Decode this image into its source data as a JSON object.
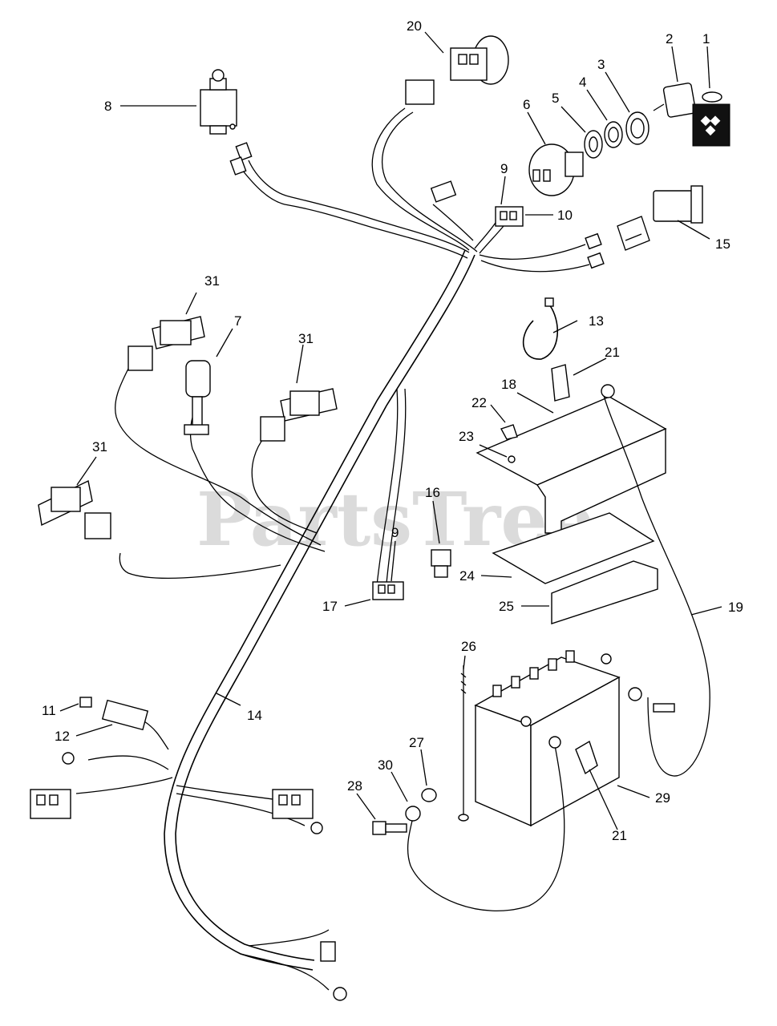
{
  "watermark": {
    "text": "PartsTree",
    "trademark": "™"
  },
  "parts": [
    {
      "id": "1",
      "label": "1"
    },
    {
      "id": "2",
      "label": "2"
    },
    {
      "id": "3",
      "label": "3"
    },
    {
      "id": "4",
      "label": "4"
    },
    {
      "id": "5",
      "label": "5"
    },
    {
      "id": "6",
      "label": "6"
    },
    {
      "id": "7",
      "label": "7"
    },
    {
      "id": "8",
      "label": "8"
    },
    {
      "id": "9a",
      "label": "9"
    },
    {
      "id": "9b",
      "label": "9"
    },
    {
      "id": "10",
      "label": "10"
    },
    {
      "id": "11",
      "label": "11"
    },
    {
      "id": "12",
      "label": "12"
    },
    {
      "id": "13",
      "label": "13"
    },
    {
      "id": "14",
      "label": "14"
    },
    {
      "id": "15",
      "label": "15"
    },
    {
      "id": "16",
      "label": "16"
    },
    {
      "id": "17",
      "label": "17"
    },
    {
      "id": "18",
      "label": "18"
    },
    {
      "id": "19",
      "label": "19"
    },
    {
      "id": "20",
      "label": "20"
    },
    {
      "id": "21a",
      "label": "21"
    },
    {
      "id": "21b",
      "label": "21"
    },
    {
      "id": "22",
      "label": "22"
    },
    {
      "id": "23",
      "label": "23"
    },
    {
      "id": "24",
      "label": "24"
    },
    {
      "id": "25",
      "label": "25"
    },
    {
      "id": "26",
      "label": "26"
    },
    {
      "id": "27",
      "label": "27"
    },
    {
      "id": "28",
      "label": "28"
    },
    {
      "id": "29",
      "label": "29"
    },
    {
      "id": "30",
      "label": "30"
    },
    {
      "id": "31a",
      "label": "31"
    },
    {
      "id": "31b",
      "label": "31"
    },
    {
      "id": "31c",
      "label": "31"
    }
  ]
}
